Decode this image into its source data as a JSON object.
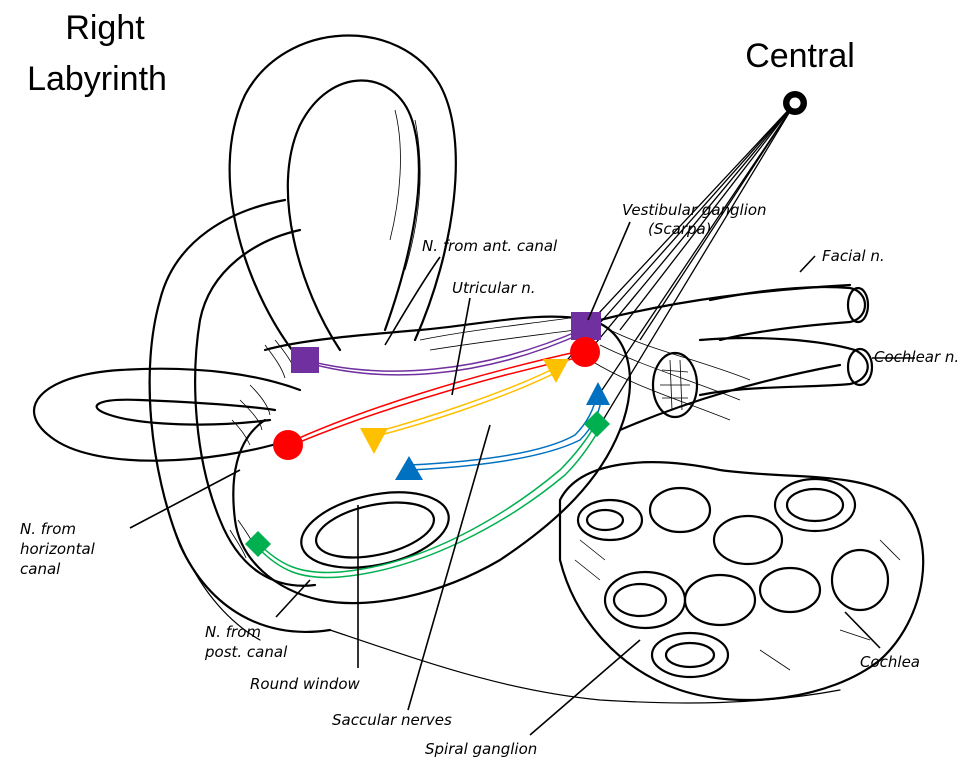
{
  "titles": {
    "right_line1": "Right",
    "right_line2": "Labyrinth",
    "central": "Central"
  },
  "labels": {
    "vestibular_ganglion": "Vestibular ganglion",
    "scarpa": "(Scarpa)",
    "facial": "Facial n.",
    "cochlear": "Cochlear n.",
    "ant_canal": "N. from ant. canal",
    "utricular": "Utricular n.",
    "horiz_1": "N. from",
    "horiz_2": "horizontal",
    "horiz_3": "canal",
    "post_1": "N. from",
    "post_2": "post. canal",
    "round_window": "Round window",
    "saccular": "Saccular nerves",
    "spiral": "Spiral ganglion",
    "cochlea": "Cochlea"
  },
  "colors": {
    "purple": "#7030a0",
    "red": "#ff0000",
    "orange": "#ffc000",
    "blue": "#0070c0",
    "green": "#00b050",
    "ink": "#000000"
  },
  "markers": [
    {
      "name": "purple-square-canal",
      "shape": "square",
      "color": "purple"
    },
    {
      "name": "purple-square-ganglion",
      "shape": "square",
      "color": "purple"
    },
    {
      "name": "red-circle-canal",
      "shape": "circle",
      "color": "red"
    },
    {
      "name": "red-circle-ganglion",
      "shape": "circle",
      "color": "red"
    },
    {
      "name": "orange-triangle-utricle",
      "shape": "triangle-down",
      "color": "orange"
    },
    {
      "name": "orange-triangle-ganglion",
      "shape": "triangle-down",
      "color": "orange"
    },
    {
      "name": "blue-triangle-saccule",
      "shape": "triangle-up",
      "color": "blue"
    },
    {
      "name": "blue-triangle-ganglion",
      "shape": "triangle-up",
      "color": "blue"
    },
    {
      "name": "green-diamond-canal",
      "shape": "diamond",
      "color": "green"
    },
    {
      "name": "green-diamond-ganglion",
      "shape": "diamond",
      "color": "green"
    }
  ]
}
